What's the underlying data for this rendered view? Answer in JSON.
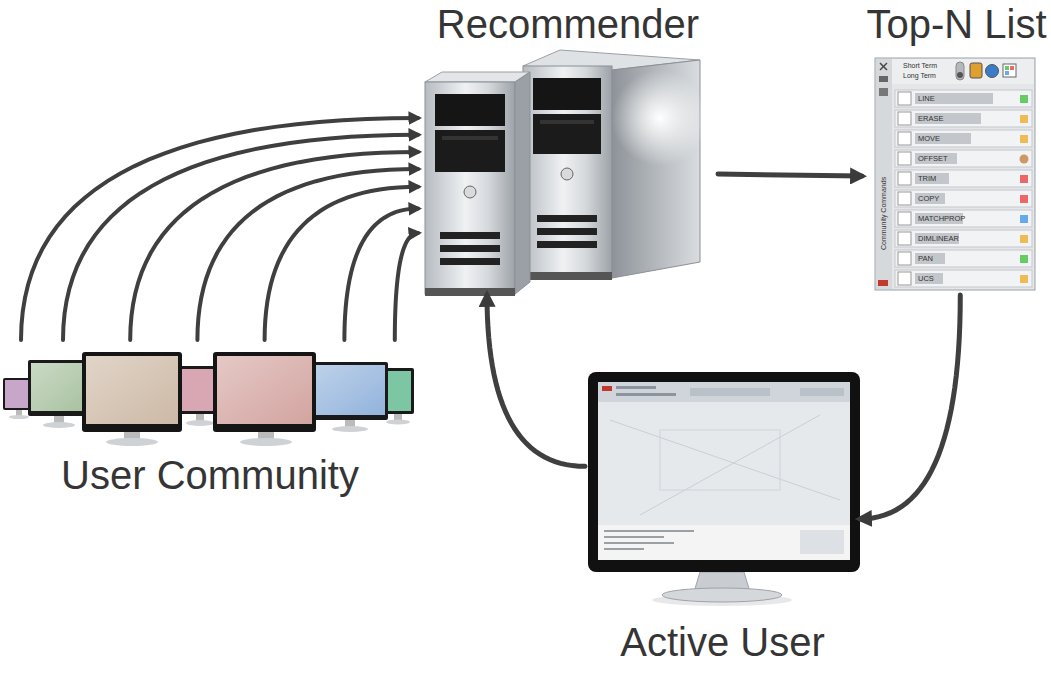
{
  "diagram": {
    "nodes": [
      {
        "text": [
          "Recommender"
        ]
      },
      {
        "text": [
          "Top-N List"
        ]
      },
      {
        "text": [
          "User Community"
        ]
      },
      {
        "text": [
          "Active User"
        ]
      }
    ],
    "edges": [
      {
        "from": 2,
        "to": 0,
        "arrow": "to"
      },
      {
        "from": 2,
        "to": 0,
        "arrow": "to"
      },
      {
        "from": 2,
        "to": 0,
        "arrow": "to"
      },
      {
        "from": 2,
        "to": 0,
        "arrow": "to"
      },
      {
        "from": 2,
        "to": 0,
        "arrow": "to"
      },
      {
        "from": 2,
        "to": 0,
        "arrow": "to"
      },
      {
        "from": 2,
        "to": 0,
        "arrow": "to"
      },
      {
        "from": 0,
        "to": 1,
        "arrow": "to"
      },
      {
        "from": 1,
        "to": 3,
        "arrow": "to"
      },
      {
        "from": 3,
        "to": 0,
        "arrow": "to"
      }
    ],
    "labels": [
      "Short Term",
      "Long Term",
      "LINE",
      "ERASE",
      "MOVE",
      "OFFSET",
      "TRIM",
      "COPY",
      "MATCHPROP",
      "DIMLINEAR",
      "PAN",
      "UCS",
      "Community Commands"
    ]
  }
}
